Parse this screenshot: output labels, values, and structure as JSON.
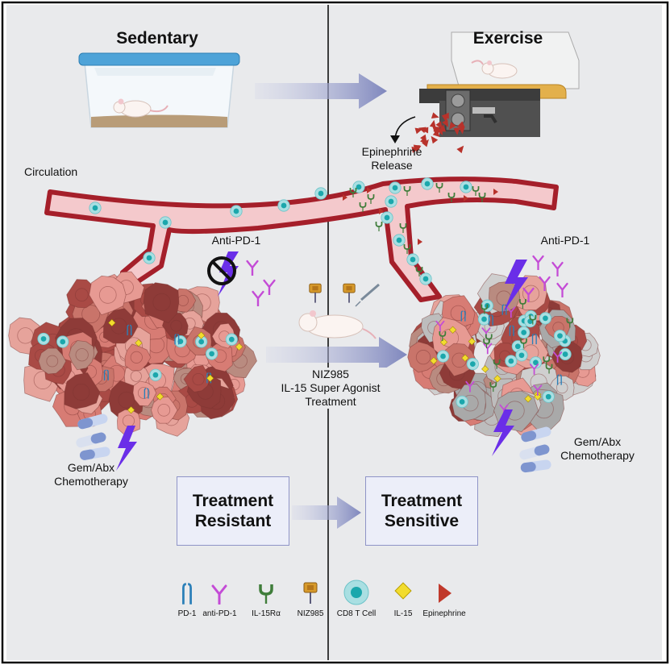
{
  "panels": {
    "left_title": "Sedentary",
    "right_title": "Exercise"
  },
  "labels": {
    "circulation": "Circulation",
    "epinephrine_release": "Epinephrine\nRelease",
    "anti_pd1_left": "Anti-PD-1",
    "anti_pd1_right": "Anti-PD-1",
    "treatment": "NIZ985\nIL-15 Super Agonist\nTreatment",
    "chemo_left": "Gem/Abx\nChemotherapy",
    "chemo_right": "Gem/Abx\nChemotherapy"
  },
  "outcomes": {
    "left": "Treatment\nResistant",
    "right": "Treatment\nSensitive"
  },
  "legend": [
    {
      "icon": "pd1-receptor-icon",
      "label": "PD-1",
      "color": "#2a7fb8"
    },
    {
      "icon": "anti-pd1-antibody-icon",
      "label": "anti-PD-1",
      "color": "#c44bd6"
    },
    {
      "icon": "il15-receptor-alpha-icon",
      "label": "IL-15Rα",
      "color": "#3f7d3a"
    },
    {
      "icon": "niz985-icon",
      "label": "NIZ985",
      "color": "#d79a2b"
    },
    {
      "icon": "cd8-t-cell-icon",
      "label": "CD8 T Cell",
      "color": "#5cc3c7"
    },
    {
      "icon": "il15-icon",
      "label": "IL-15",
      "color": "#f2dc2e"
    },
    {
      "icon": "epinephrine-icon",
      "label": "Epinephrine",
      "color": "#c0392b"
    }
  ],
  "colors": {
    "vessel_outer": "#a51f2a",
    "vessel_inner": "#f7c9cc",
    "arrow": "#8f96c4",
    "tumor": "#e79a93",
    "bolt": "#6a2ee8"
  }
}
